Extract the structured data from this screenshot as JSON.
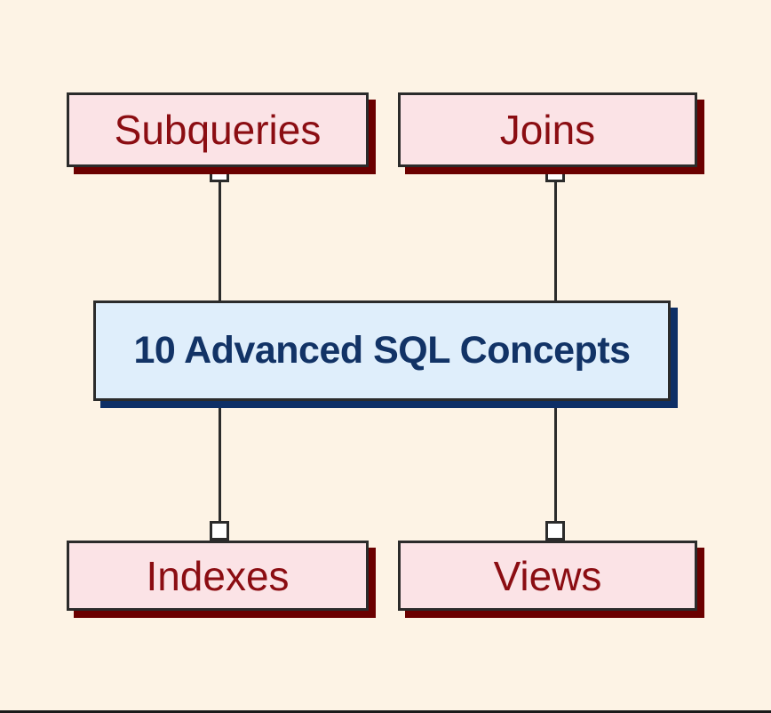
{
  "diagram": {
    "title": "10 Advanced SQL Concepts",
    "background_color": "#FDF3E5",
    "central_node": {
      "label": "10 Advanced SQL Concepts",
      "fill_color": "#DFEEFB",
      "text_color": "#123366",
      "shadow_color": "#0E2F66",
      "border_color": "#2B2B2B"
    },
    "leaf_style": {
      "fill_color": "#FBE3E6",
      "text_color": "#8B0D12",
      "shadow_color": "#6B0000",
      "border_color": "#2B2B2B"
    },
    "connector_style": {
      "line_color": "#2B2B2B",
      "node_fill": "#FFFFFF",
      "node_border": "#2B2B2B"
    },
    "nodes": [
      {
        "id": "subqueries",
        "label": "Subqueries",
        "position": "top-left"
      },
      {
        "id": "joins",
        "label": "Joins",
        "position": "top-right"
      },
      {
        "id": "indexes",
        "label": "Indexes",
        "position": "bottom-left"
      },
      {
        "id": "views",
        "label": "Views",
        "position": "bottom-right"
      }
    ],
    "edges": [
      {
        "from": "10 Advanced SQL Concepts",
        "to": "Subqueries"
      },
      {
        "from": "10 Advanced SQL Concepts",
        "to": "Joins"
      },
      {
        "from": "10 Advanced SQL Concepts",
        "to": "Indexes"
      },
      {
        "from": "10 Advanced SQL Concepts",
        "to": "Views"
      }
    ]
  }
}
